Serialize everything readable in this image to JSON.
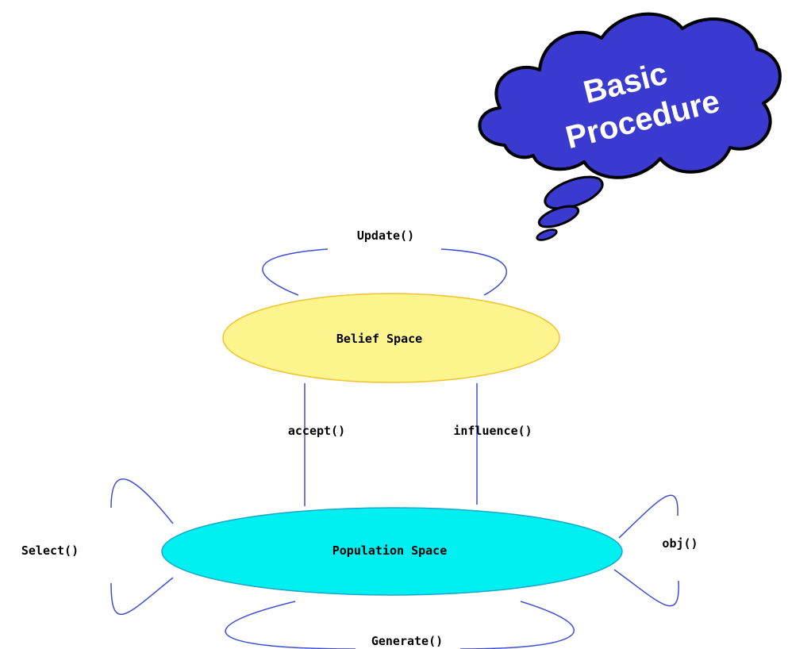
{
  "callout": {
    "line1": "Basic",
    "line2": "Procedure",
    "fill": "#3a3ad0"
  },
  "nodes": {
    "belief_space": {
      "label": "Belief Space",
      "fill": "#fff58e",
      "stroke": "#f2c230"
    },
    "population_space": {
      "label": "Population Space",
      "fill": "#00f0f2",
      "stroke": "#1aa6c8"
    }
  },
  "edges": {
    "update": "Update()",
    "accept": "accept()",
    "influence": "influence()",
    "select": "Select()",
    "obj": "obj()",
    "generate": "Generate()"
  },
  "colors": {
    "line": "#3d4fd6"
  }
}
